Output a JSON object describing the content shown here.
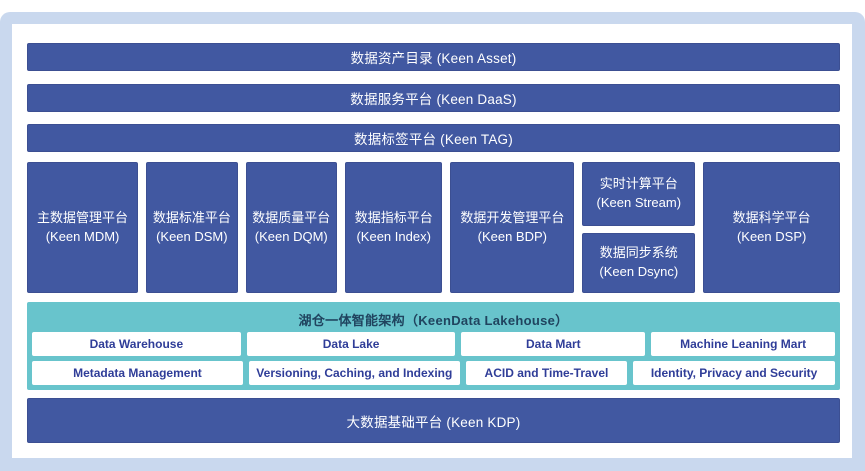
{
  "colors": {
    "background": "#c9d8ee",
    "panel": "#ffffff",
    "block_blue": "#4158a1",
    "block_teal": "#68c4cc",
    "bar_text": "#ffffff",
    "cell_text": "#2f3d98",
    "lakehouse_title_text": "#20445f"
  },
  "top_bars": [
    {
      "label": "数据资产目录 (Keen Asset)"
    },
    {
      "label": "数据服务平台 (Keen DaaS)"
    },
    {
      "label": "数据标签平台 (Keen TAG)"
    }
  ],
  "platforms": {
    "boxes": [
      {
        "zh": "主数据管理平台",
        "en": "(Keen MDM)"
      },
      {
        "zh": "数据标准平台",
        "en": "(Keen DSM)"
      },
      {
        "zh": "数据质量平台",
        "en": "(Keen DQM)"
      },
      {
        "zh": "数据指标平台",
        "en": "(Keen Index)"
      },
      {
        "zh": "数据开发管理平台",
        "en": "(Keen BDP)"
      }
    ],
    "stacked": [
      {
        "zh": "实时计算平台",
        "en": "(Keen Stream)"
      },
      {
        "zh": "数据同步系统",
        "en": "(Keen Dsync)"
      }
    ],
    "last": {
      "zh": "数据科学平台",
      "en": "(Keen DSP)"
    }
  },
  "lakehouse": {
    "title": "湖仓一体智能架构（KeenData Lakehouse）",
    "row1": [
      "Data Warehouse",
      "Data Lake",
      "Data Mart",
      "Machine Leaning Mart"
    ],
    "row2": [
      "Metadata Management",
      "Versioning, Caching, and Indexing",
      "ACID and Time-Travel",
      "Identity, Privacy and Security"
    ]
  },
  "bottom_bar": {
    "label": "大数据基础平台 (Keen KDP)"
  }
}
